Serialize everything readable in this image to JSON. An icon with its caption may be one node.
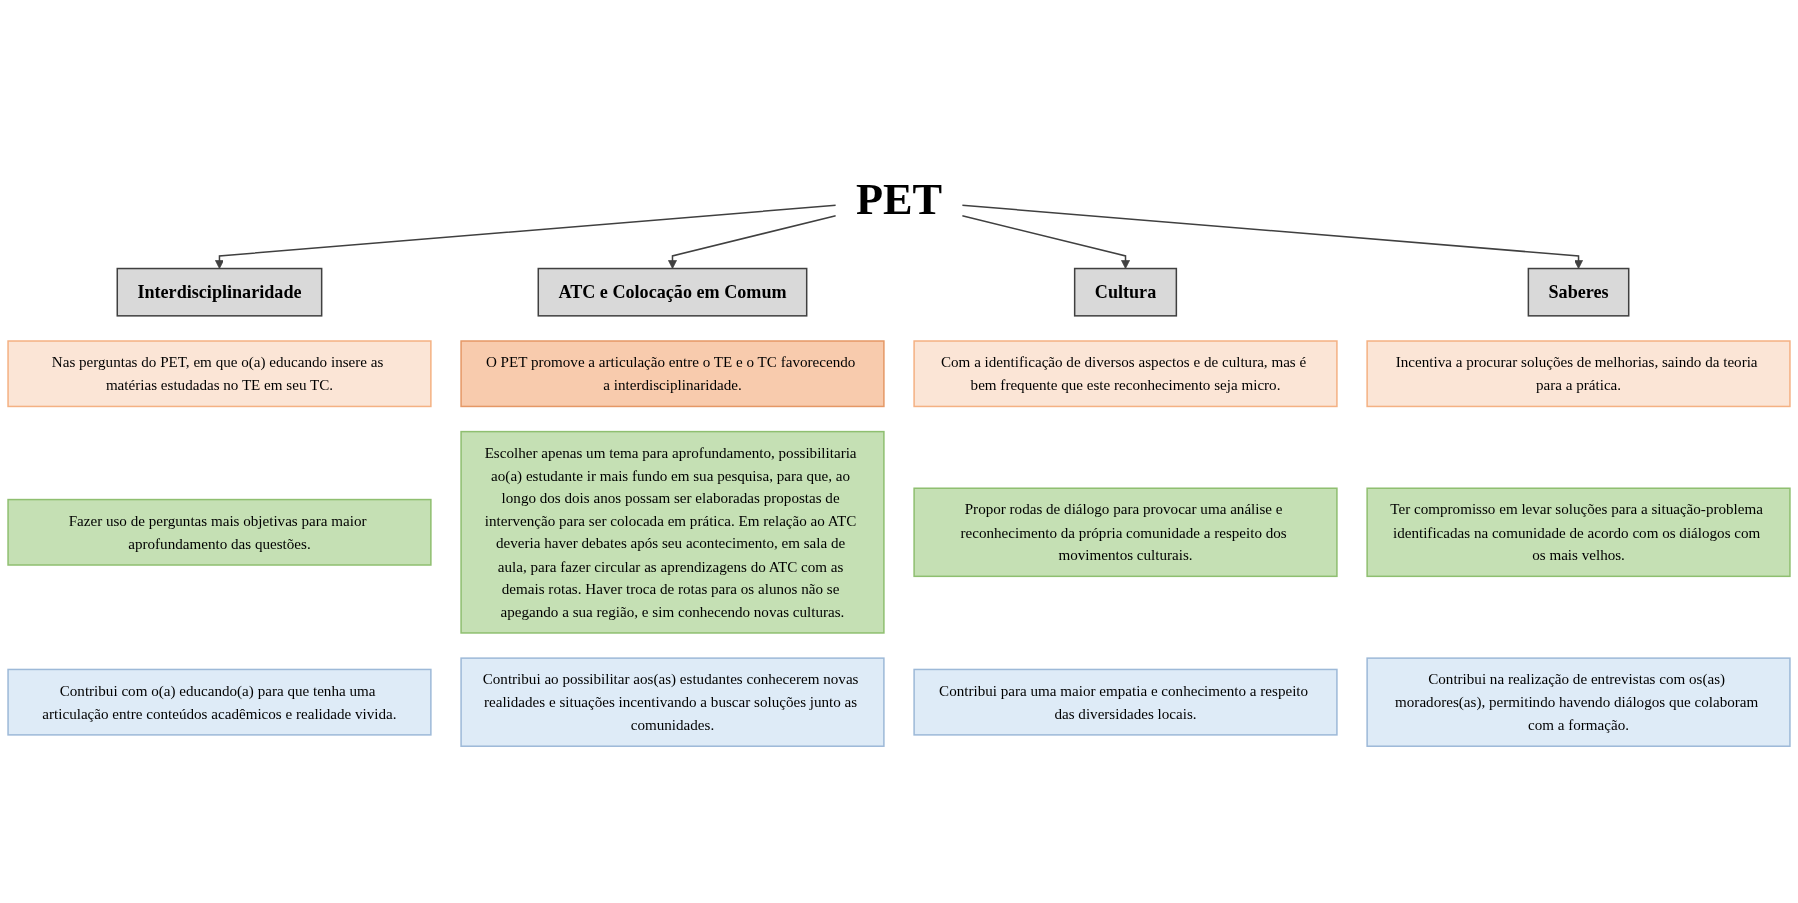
{
  "diagram": {
    "nodes": [
      {
        "text": [
          "Nas perguntas do PET, em que o(a) educando insere as matérias estudadas no TE em seu TC."
        ]
      },
      {
        "text": [
          "Fazer uso de perguntas mais objetivas para maior aprofundamento das questões."
        ]
      },
      {
        "text": [
          "Contribui com o(a) educando(a) para que tenha uma articulação entre conteúdos acadêmicos e realidade vivida."
        ]
      },
      {
        "text": [
          "Interdisciplinaridade"
        ]
      },
      {
        "text": [
          "O PET promove a articulação entre o TE e o TC favorecendo a interdisciplinaridade."
        ]
      },
      {
        "text": [
          "ATC e Colocação em Comum"
        ]
      },
      {
        "text": [
          "Escolher apenas um tema para aprofundamento, possibilitaria ao(a) estudante ir mais fundo em sua pesquisa, para que, ao longo dos dois anos possam ser elaboradas propostas de intervenção para ser colocada em prática. Em relação ao ATC deveria haver debates após seu acontecimento, em sala de aula, para fazer circular as aprendizagens do ATC com as demais rotas. Haver troca de rotas para os alunos não se apegando a sua região, e sim conhecendo novas culturas."
        ]
      },
      {
        "text": [
          "Contribui ao possibilitar aos(as) estudantes conhecerem novas realidades e situações incentivando a buscar soluções junto as comunidades."
        ]
      },
      {
        "text": [
          "PET"
        ]
      },
      {
        "text": [
          "Cultura"
        ]
      },
      {
        "text": [
          "Com a identificação de diversos aspectos e de cultura, mas é bem frequente que este reconhecimento seja micro."
        ]
      },
      {
        "text": [
          "Propor rodas de diálogo para provocar uma análise e reconhecimento da própria comunidade a respeito dos movimentos culturais."
        ]
      },
      {
        "text": [
          "Contribui para uma maior empatia e conhecimento a respeito das diversidades locais."
        ]
      },
      {
        "text": [
          "Saberes"
        ]
      },
      {
        "text": [
          "Incentiva a procurar soluções de melhorias, saindo da teoria para a prática."
        ]
      },
      {
        "text": [
          "Ter compromisso em levar soluções para a situação-problema identificadas na comunidade de acordo com os diálogos com os mais velhos."
        ]
      },
      {
        "text": [
          "Contribui na realização de entrevistas com os(as) moradores(as), permitindo havendo diálogos que colaboram com a formação."
        ]
      }
    ],
    "edges": [
      {
        "from": 8,
        "to": 3,
        "arrow": "to"
      },
      {
        "from": 8,
        "to": 5,
        "arrow": "to"
      },
      {
        "from": 8,
        "to": 9,
        "arrow": "to"
      },
      {
        "from": 8,
        "to": 13,
        "arrow": "to"
      }
    ]
  }
}
